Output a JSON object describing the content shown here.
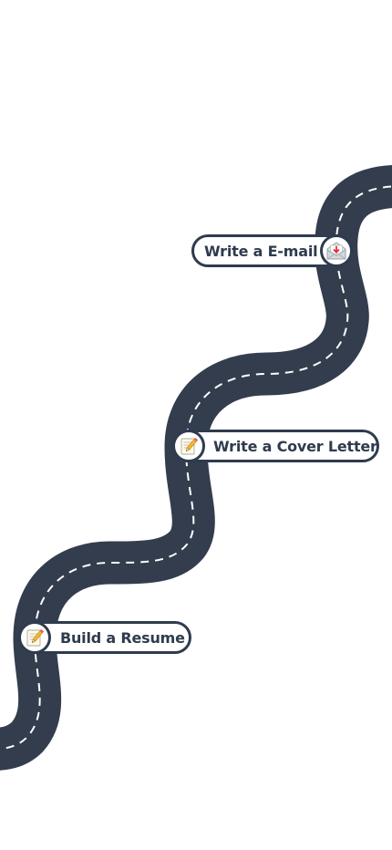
{
  "colors": {
    "road": "#333d4e",
    "lane_marking": "#ffffff",
    "label_text": "#2f3b4e",
    "background": "#ffffff"
  },
  "milestones": [
    {
      "label": "Write a E-mail",
      "icon": "envelope-icon"
    },
    {
      "label": "Write a Cover Letter",
      "icon": "memo-icon"
    },
    {
      "label": "Build a Resume",
      "icon": "memo-icon"
    }
  ]
}
